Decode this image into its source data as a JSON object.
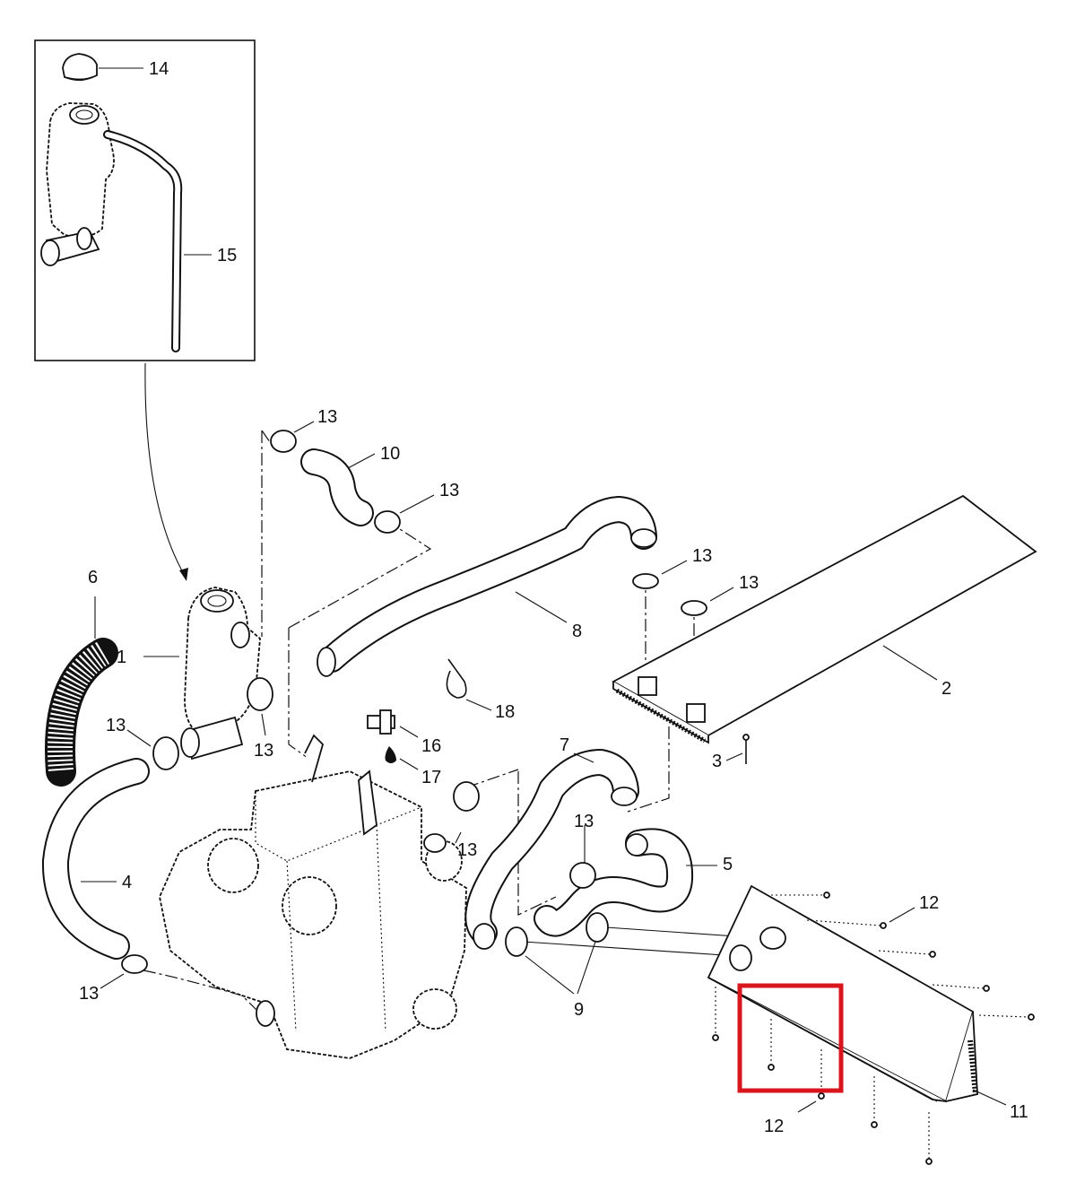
{
  "callouts": {
    "c1": "1",
    "c2": "2",
    "c3": "3",
    "c4": "4",
    "c5": "5",
    "c6": "6",
    "c7": "7",
    "c8": "8",
    "c9": "9",
    "c10": "10",
    "c11": "11",
    "c12": "12",
    "c13": "13",
    "c14": "14",
    "c15": "15",
    "c16": "16",
    "c17": "17",
    "c18": "18"
  },
  "colors": {
    "line": "#111111",
    "background": "#ffffff",
    "highlight": "#d9161d"
  }
}
